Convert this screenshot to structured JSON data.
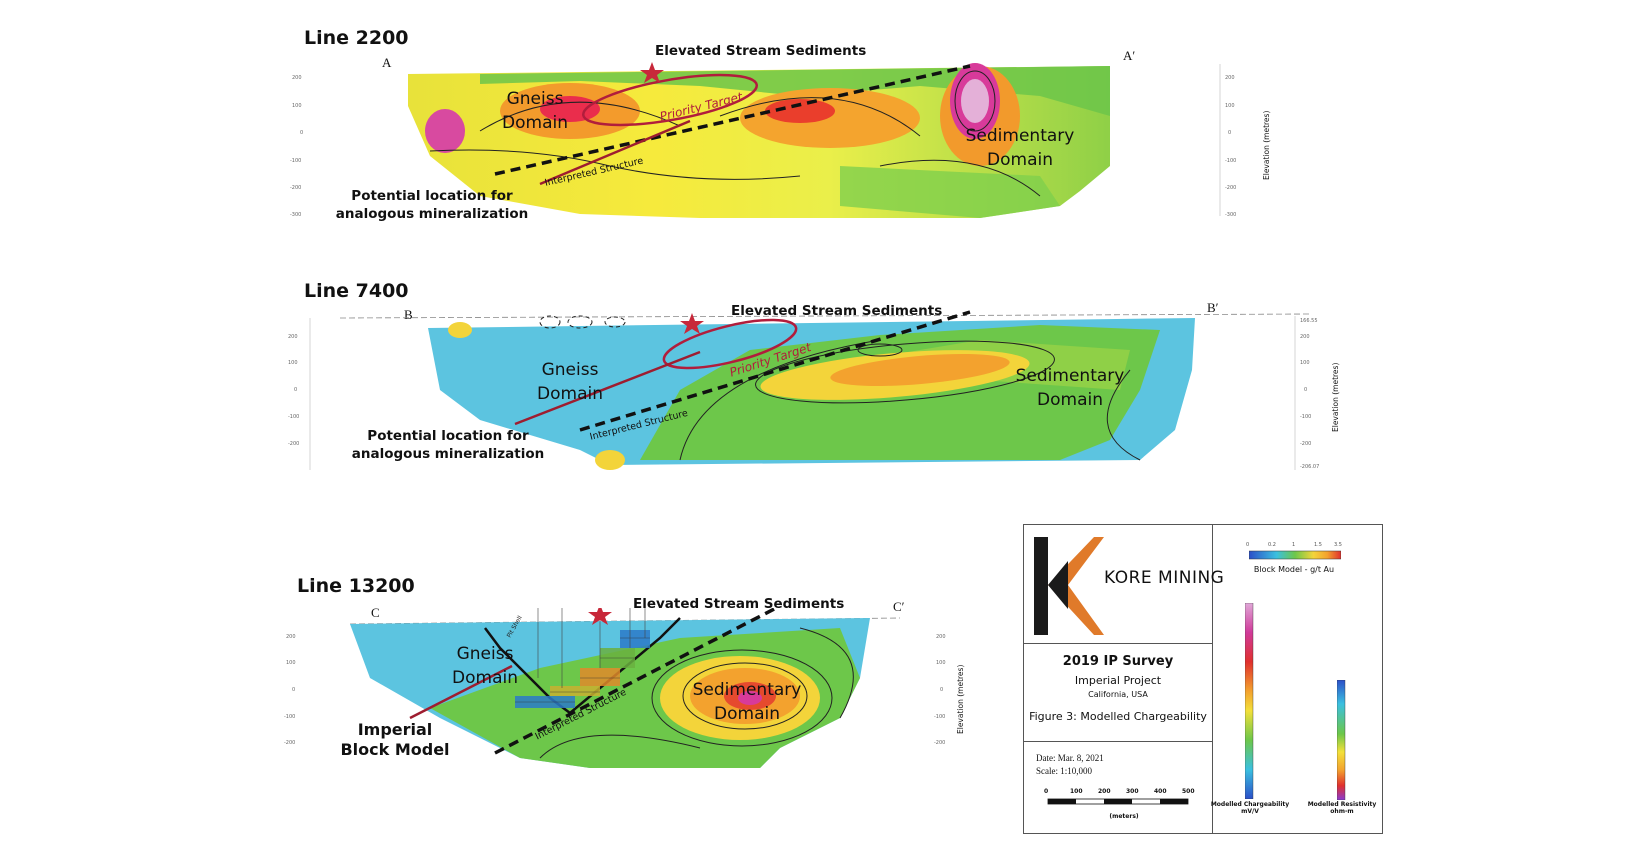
{
  "sections": [
    {
      "title": "Line 2200",
      "start": "A",
      "end": "A′",
      "stream": "Elevated Stream Sediments",
      "domain_left": [
        "Gneiss",
        "Domain"
      ],
      "domain_right": [
        "Sedimentary",
        "Domain"
      ],
      "priority": "Priority Target",
      "structure": "Interpreted Structure",
      "callout": [
        "Potential location for",
        "analogous mineralization"
      ],
      "elevation_label": "Elevation (metres)"
    },
    {
      "title": "Line 7400",
      "start": "B",
      "end": "B′",
      "stream": "Elevated Stream Sediments",
      "domain_left": [
        "Gneiss",
        "Domain"
      ],
      "domain_right": [
        "Sedimentary",
        "Domain"
      ],
      "priority": "Priority Target",
      "structure": "Interpreted Structure",
      "callout": [
        "Potential location for",
        "analogous mineralization"
      ],
      "elevation_label": "Elevation (metres)"
    },
    {
      "title": "Line 13200",
      "start": "C",
      "end": "C′",
      "stream": "Elevated Stream Sediments",
      "domain_left": [
        "Gneiss",
        "Domain"
      ],
      "domain_right": [
        "Sedimentary",
        "Domain"
      ],
      "structure": "Interpreted Structure",
      "pit_shell": "Pit Shell",
      "callout": [
        "Imperial",
        "Block Model"
      ],
      "elevation_label": "Elevation (metres)"
    }
  ],
  "legend": {
    "company": "KORE MINING",
    "survey_title": "2019 IP Survey",
    "project": "Imperial Project",
    "location": "California, USA",
    "figure": "Figure 3: Modelled Chargeability",
    "date": "Date: Mar. 8, 2021",
    "scale": "Scale: 1:10,000",
    "scale_ticks": [
      "0",
      "100",
      "200",
      "300",
      "400",
      "500"
    ],
    "scale_unit": "(meters)",
    "block_model_label": "Block Model - g/t Au",
    "block_ticks": [
      "0",
      "0.2",
      "1",
      "1.5",
      "3.5"
    ],
    "chargeability_label": [
      "Modelled Chargeability",
      "mV/V"
    ],
    "resistivity_label": [
      "Modelled Resistivity",
      "ohm-m"
    ]
  },
  "colors": {
    "priority_red": "#b11d3c",
    "star_red": "#c8283a",
    "brand_orange": "#e07a2a",
    "brand_dark": "#1a1a1a"
  }
}
